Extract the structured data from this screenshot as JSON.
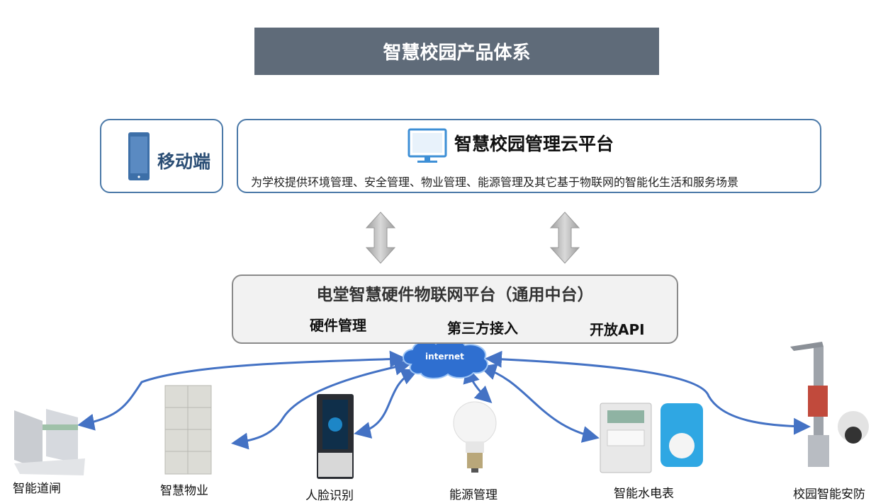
{
  "title": "智慧校园产品体系",
  "mobile": {
    "label": "移动端"
  },
  "cloud_platform": {
    "title": "智慧校园管理云平台",
    "description": "为学校提供环境管理、安全管理、物业管理、能源管理及其它基于物联网的智能化生活和服务场景"
  },
  "iot_platform": {
    "title": "电堂智慧硬件物联网平台（通用中台）",
    "features": [
      {
        "label": "硬件管理",
        "icon": "hardware-icon"
      },
      {
        "label": "第三方接入",
        "icon": "network-nodes-icon"
      },
      {
        "label": "开放API",
        "icon": "cloud-icon"
      }
    ]
  },
  "internet_label": "internet",
  "devices": [
    {
      "label": "智能道闸",
      "icon": "gate-icon"
    },
    {
      "label": "智慧物业",
      "icon": "locker-cabinet-icon"
    },
    {
      "label": "人脸识别",
      "icon": "face-terminal-icon"
    },
    {
      "label": "能源管理",
      "icon": "light-bulb-icon"
    },
    {
      "label": "智能水电表",
      "icon": "meter-icon"
    },
    {
      "label": "校园智能安防",
      "icon": "security-camera-icon"
    }
  ],
  "colors": {
    "title_bg": "#5f6b79",
    "box_border": "#4b79a8",
    "connector": "#4472c4",
    "arrow_gray": "#b7b7b7"
  }
}
